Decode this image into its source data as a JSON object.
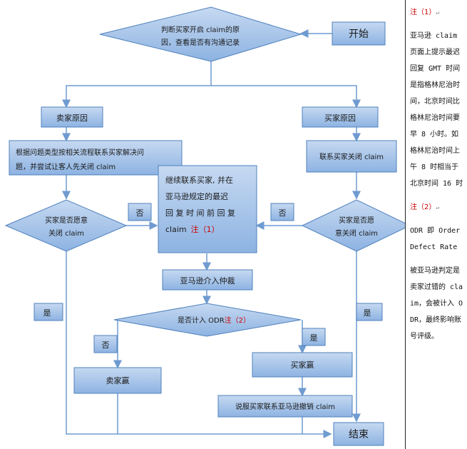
{
  "nodes": {
    "start": "开始",
    "check": [
      "判断买家开启 claim的原",
      "因，查看是否有沟通记录"
    ],
    "buyer_reason": "卖家原因",
    "seller_reason": "买家原因",
    "resolve": [
      "根据问题类型按相关流程联系买家解决问",
      "题，并尝试让客人先关闭 claim"
    ],
    "contact_close": "联系买家关闭 claim",
    "left_decision": [
      "买家是否愿意",
      "关闭 claim"
    ],
    "right_decision": [
      "买家是否愿",
      "意关闭 claim"
    ],
    "continue_contact": [
      "继续联系买家, 并在",
      "亚马逊规定的最迟",
      "回 复 时 间 前 回 复",
      "claim"
    ],
    "note1_ref": "注（1）",
    "arbitration": "亚马逊介入仲裁",
    "odr_decision": "是否计入 ODR",
    "note2_ref": "注（2）",
    "seller_win": "卖家赢",
    "buyer_win": "买家赢",
    "persuade": "说服买家联系亚马逊撤销 claim",
    "end": "结束"
  },
  "edge_labels": {
    "no_left": "否",
    "no_right": "否",
    "yes_left": "是",
    "yes_right": "是",
    "no_odr": "否",
    "yes_odr": "是"
  },
  "notes": {
    "note1_title": "注（1）",
    "note1_text": "亚马逊 claim 页面上提示最迟回复 GMT 时间是指格林尼治时间，北京时间比格林尼治时间要早 8 小时。如格林尼治时间上午 8 时相当于北京时间 16 时",
    "note2_title": "注（2）",
    "note2_text": "ODR 即 Order Defect Rate",
    "note3_text": "被亚马逊判定是卖家过错的 claim，会被计入 ODR，最终影响账号评级。"
  },
  "colors": {
    "box_fill": "#8db3e2",
    "box_stroke": "#4f81bd",
    "line": "#6f9bd0",
    "note_red": "#cc0000"
  }
}
